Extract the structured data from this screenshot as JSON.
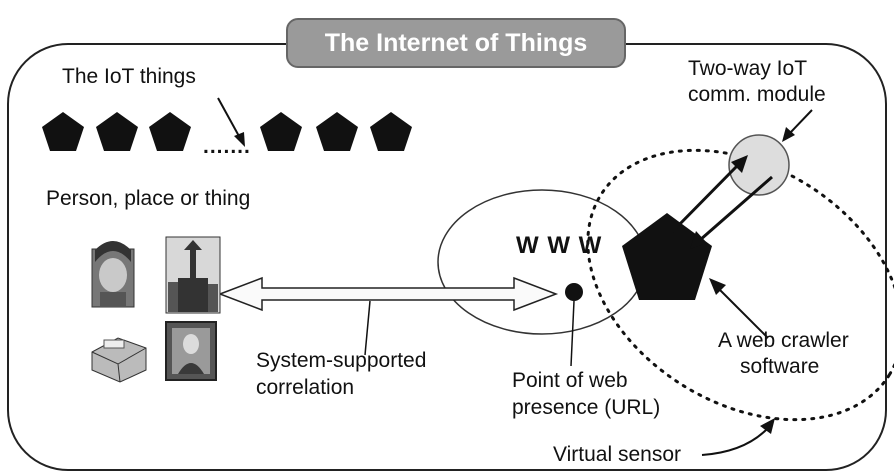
{
  "title": "The Internet of Things",
  "labels": {
    "iot_things": "The IoT things",
    "dots": ".......",
    "person_place_thing": "Person, place or thing",
    "two_way_line1": "Two-way IoT",
    "two_way_line2": "comm. module",
    "www": "W W W",
    "crawler_line1": "A web crawler",
    "crawler_line2": "software",
    "correlation_line1": "System-supported",
    "correlation_line2": "correlation",
    "point_line1": "Point of web",
    "point_line2": "presence (URL)",
    "virtual_sensor": "Virtual sensor"
  },
  "pictures": [
    "woman-portrait",
    "monument-photo",
    "printer-device",
    "mona-lisa-painting"
  ],
  "colors": {
    "title_bg": "#9a9a9a",
    "ink": "#111111",
    "module_fill": "#dddddd"
  }
}
